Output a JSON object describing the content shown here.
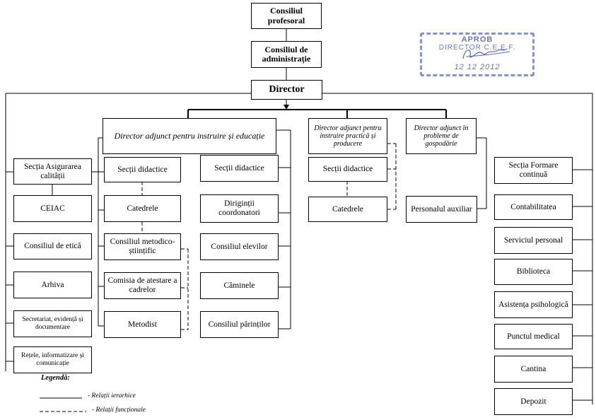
{
  "top": {
    "consiliul_profesoral": "Consiliul profesoral",
    "consiliul_administratie": "Consiliul de administrație",
    "director": "Director"
  },
  "deputies": {
    "instruire_educatie": "Director adjunct pentru instruire și educație",
    "instruire_practica": "Director adjunct pentru instruire practică și producere",
    "gospodarie": "Director adjunct în probleme de gospodărie"
  },
  "left_column": [
    "Secția Asigurarea calității",
    "CEIAC",
    "Consiliul de etică",
    "Arhiva",
    "Secretariat, evidență și documentare",
    "Rețele, informatizare și comunicație"
  ],
  "education_col1": [
    "Secții didactice",
    "Catedrele",
    "Consiliul metodico-științific",
    "Comisia de atestare a cadrelor",
    "Metodist"
  ],
  "education_col2": [
    "Secții didactice",
    "Diriginții coordonatori",
    "Consiliul elevilor",
    "Căminele",
    "Consiliul părinților"
  ],
  "practice_col": [
    "Secții didactice",
    "Catedrele"
  ],
  "household_col": [
    "Personalul auxiliar"
  ],
  "right_column": [
    "Secția Formare continuă",
    "Contabilitatea",
    "Serviciul personal",
    "Biblioteca",
    "Asistența psihologică",
    "Punctul medical",
    "Cantina",
    "Depozit"
  ],
  "legend": {
    "title": "Legendă:",
    "hierarchical": "- Relații ierarhice",
    "functional": "- Relații funcționale"
  },
  "stamp": {
    "line1": "APROB",
    "line2": "DIRECTOR C.E.E.F.",
    "line3": "12  12  2012",
    "color": "#4a5cc8"
  }
}
